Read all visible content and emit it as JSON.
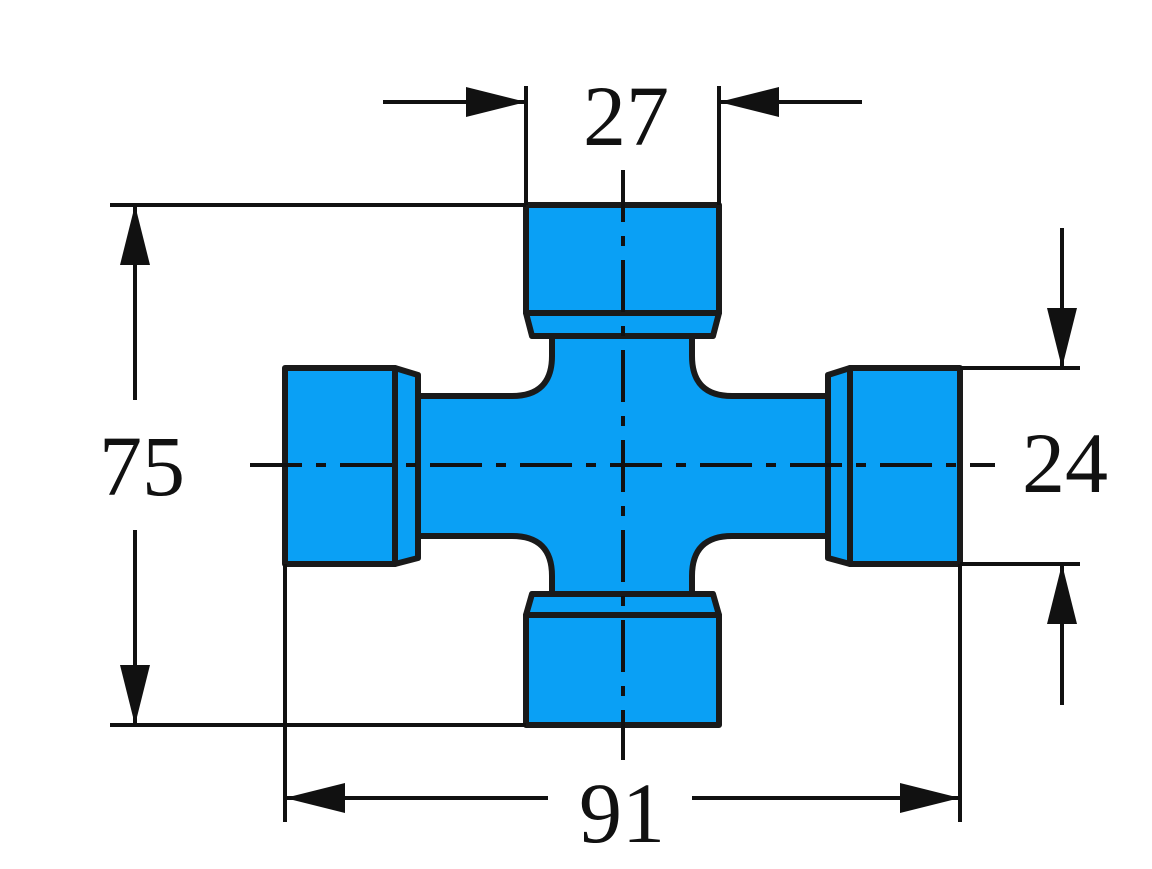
{
  "colors": {
    "part_fill": "#0aa0f5",
    "outline": "#1a1a1a",
    "background": "#ffffff"
  },
  "dimensions": {
    "top_width": "27",
    "overall_height": "75",
    "cap_height": "24",
    "overall_width": "91"
  }
}
